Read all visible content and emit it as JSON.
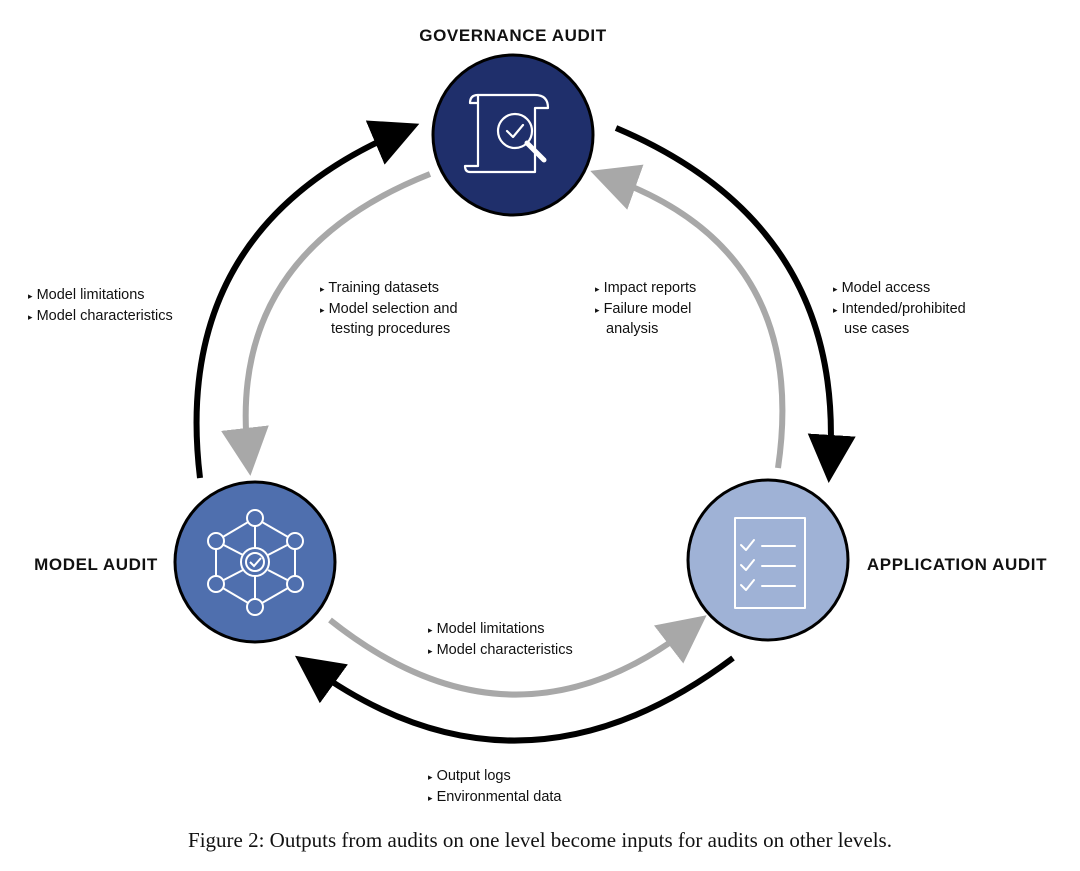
{
  "nodes": {
    "governance": {
      "title": "GOVERNANCE AUDIT",
      "icon": "document-magnifier-check-icon",
      "color": "#1f2f6b"
    },
    "model": {
      "title": "MODEL AUDIT",
      "icon": "network-graph-check-icon",
      "color": "#4f6fae"
    },
    "application": {
      "title": "APPLICATION AUDIT",
      "icon": "checklist-document-icon",
      "color": "#9fb2d6"
    }
  },
  "flows": {
    "model_to_governance": {
      "lines": [
        "Model limitations",
        "Model characteristics"
      ],
      "color": "#000000"
    },
    "governance_to_model": {
      "lines": [
        "Training datasets",
        "Model selection and",
        "testing procedures"
      ],
      "color": "#a8a8a8"
    },
    "application_to_governance": {
      "lines": [
        "Impact reports",
        "Failure model",
        "analysis"
      ],
      "color": "#a8a8a8"
    },
    "governance_to_application": {
      "lines": [
        "Model access",
        "Intended/prohibited",
        "use cases"
      ],
      "color": "#000000"
    },
    "model_to_application": {
      "lines": [
        "Model limitations",
        "Model characteristics"
      ],
      "color": "#a8a8a8"
    },
    "application_to_model": {
      "lines": [
        "Output logs",
        "Environmental data"
      ],
      "color": "#000000"
    }
  },
  "caption": "Figure 2: Outputs from audits on one level become inputs for audits on other levels."
}
